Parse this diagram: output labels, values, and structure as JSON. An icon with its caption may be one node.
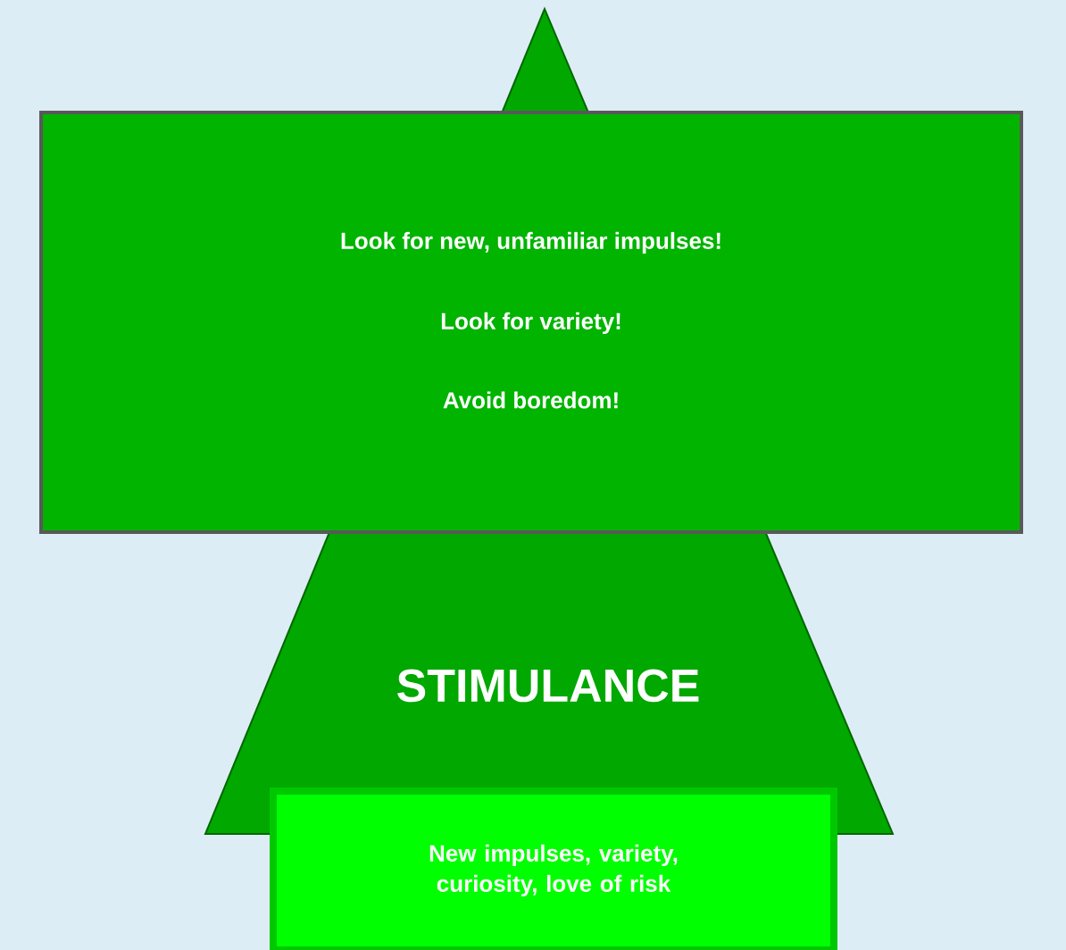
{
  "diagram": {
    "nodes": [
      {
        "text": [
          "STIMULANCE"
        ]
      },
      {
        "text": [
          "Look for new, unfamiliar impulses!",
          "Look for variety!",
          "Avoid boredom!"
        ]
      },
      {
        "text": [
          "New impulses, variety, curiosity, love of risk"
        ]
      }
    ]
  }
}
